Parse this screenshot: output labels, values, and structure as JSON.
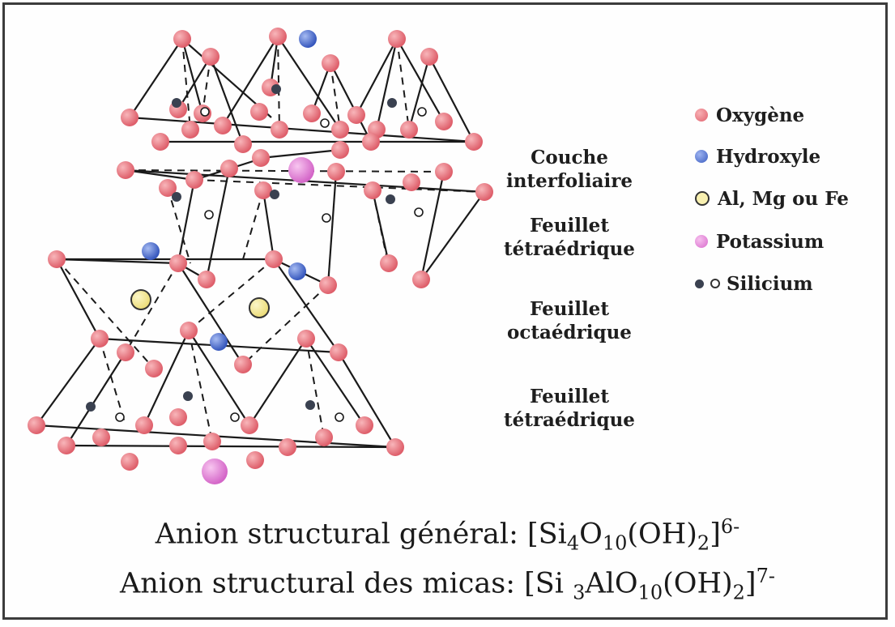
{
  "layers": {
    "interlayer": "Couche\ninterfoliaire",
    "tetra_top": "Feuillet\ntétraédrique",
    "octa": "Feuillet\noctaédrique",
    "tetra_bottom": "Feuillet\ntétraédrique"
  },
  "legend": [
    {
      "label": "Oxygène",
      "color": "#e8707a",
      "icon": "oxygen-sphere"
    },
    {
      "label": "Hydroxyle",
      "color": "#4a6fcf",
      "icon": "hydroxyl-sphere"
    },
    {
      "label": "Al, Mg ou Fe",
      "color": "#f5ec9a",
      "icon": "al-mg-fe-ring"
    },
    {
      "label": "Potassium",
      "color": "#e07ad6",
      "icon": "potassium-sphere"
    },
    {
      "label": "Silicium",
      "color": "#3a4150",
      "icon": "silicon-dots"
    }
  ],
  "formulas": {
    "general": {
      "prefix": "Anion structural général: [Si",
      "s1": "4",
      "m1": "O",
      "s2": "10",
      "m2": "(OH)",
      "s3": "2",
      "m3": "]",
      "charge": "6-"
    },
    "mica": {
      "prefix": "Anion structural des micas: [Si ",
      "s1": "3",
      "m1": "AlO",
      "s2": "10",
      "m2": "(OH)",
      "s3": "2",
      "m3": "]",
      "charge": "7-"
    }
  }
}
